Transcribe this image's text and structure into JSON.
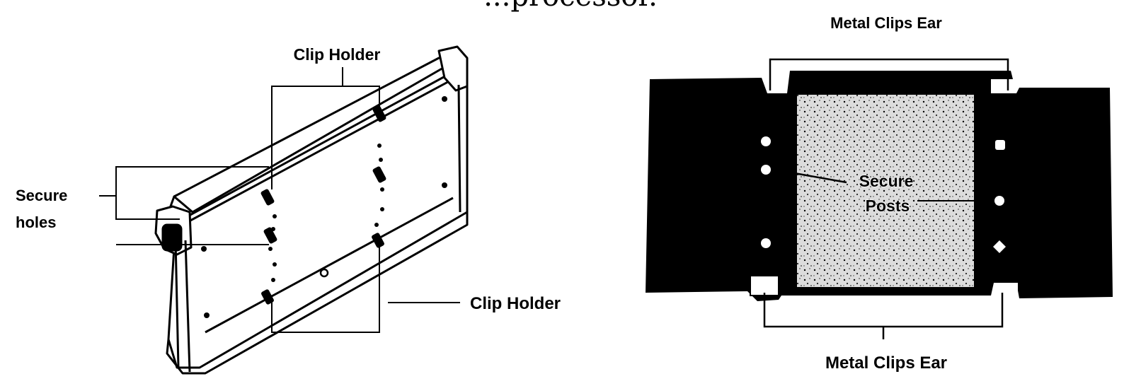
{
  "title_fragment": "...processor.",
  "left_figure": {
    "label_clip_holder_top": "Clip Holder",
    "label_secure_line1": "Secure",
    "label_secure_line2": "holes",
    "label_clip_holder_bottom": "Clip Holder"
  },
  "right_figure": {
    "label_ear_top": "Metal Clips Ear",
    "label_posts_line1": "Secure",
    "label_posts_line2": "Posts",
    "label_ear_bottom": "Metal Clips Ear"
  },
  "colors": {
    "ink": "#000000",
    "paper": "#ffffff",
    "speckle": "#ffffff"
  }
}
